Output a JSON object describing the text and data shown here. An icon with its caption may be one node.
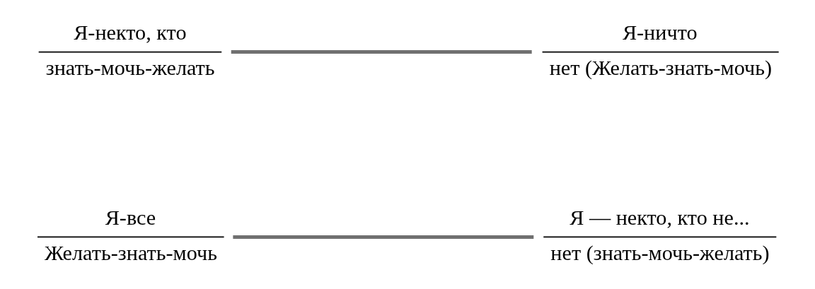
{
  "diagram": {
    "nodes": [
      {
        "text": [
          "Я-все",
          "Желать-знать-мочь"
        ]
      },
      {
        "text": [
          "Я-ничто",
          "нет (Желать-знать-мочь)"
        ]
      },
      {
        "text": [
          "Я-некто, кто",
          "знать-мочь-желать"
        ]
      },
      {
        "text": [
          "Я — некто, кто не...",
          "нет (знать-мочь-желать)"
        ]
      }
    ],
    "edges": [
      {
        "from": 0,
        "to": 3,
        "arrow": "none"
      },
      {
        "from": 2,
        "to": 1,
        "arrow": "none"
      }
    ]
  }
}
